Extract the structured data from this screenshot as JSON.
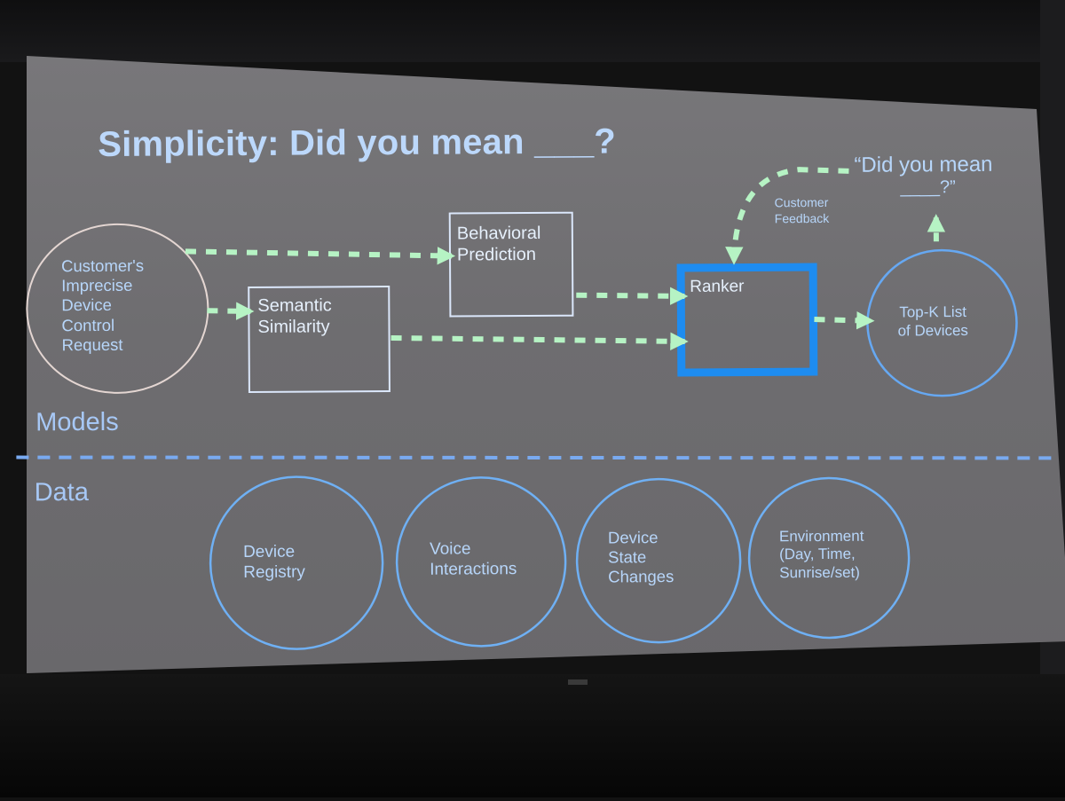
{
  "slide": {
    "title": "Simplicity: Did you mean ___?",
    "sections": {
      "models": "Models",
      "data": "Data"
    },
    "nodes": {
      "request": [
        "Customer's",
        "Imprecise",
        "Device",
        "Control",
        "Request"
      ],
      "semantic": [
        "Semantic",
        "Similarity"
      ],
      "behavioral": [
        "Behavioral",
        "Prediction"
      ],
      "ranker": "Ranker",
      "topk": [
        "Top-K List",
        "of Devices"
      ]
    },
    "feedback": [
      "Customer",
      "Feedback"
    ],
    "output": [
      "“Did you mean",
      "____?”"
    ],
    "data_sources": [
      [
        "Device",
        "Registry"
      ],
      [
        "Voice",
        "Interactions"
      ],
      [
        "Device",
        "State",
        "Changes"
      ],
      [
        "Environment",
        "(Day, Time,",
        "Sunrise/set)"
      ]
    ]
  },
  "colors": {
    "slide_bg": "#737275",
    "title": "#bcd8fb",
    "node_outline": "#cfe0fb",
    "ranker_outline": "#1e8cf0",
    "arrow_green": "#b6f3c4",
    "circle_blue": "#6fb0f4",
    "divider_blue": "#79aaf0"
  }
}
